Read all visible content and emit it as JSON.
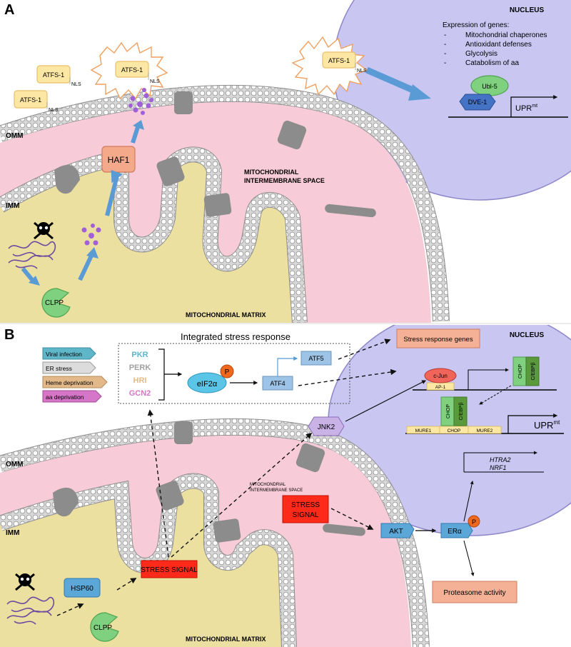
{
  "panel_a": {
    "letter": "A",
    "nucleus_label": "NUCLEUS",
    "genes_title": "Expression of genes:",
    "genes": [
      "Mitochondrial chaperones",
      "Antioxidant defenses",
      "Glycolysis",
      "Catabolism of aa"
    ],
    "atfs1": "ATFS-1",
    "nls": "NLS",
    "ubl5": "Ubl-5",
    "dve1": "DVE-1",
    "uprmt": "UPR",
    "uprmt_sup": "mt",
    "haf1": "HAF1",
    "clpp": "CLPP",
    "omm": "OMM",
    "imm": "IMM",
    "ims_line1": "MITOCHONDRIAL",
    "ims_line2": "INTERMEMBRANE SPACE",
    "matrix": "MITOCHONDRIAL MATRIX"
  },
  "panel_b": {
    "letter": "B",
    "nucleus_label": "NUCLEUS",
    "isr_title": "Integrated stress response",
    "stimuli": [
      "Viral infection",
      "ER stress",
      "Heme deprivation",
      "aa deprivation"
    ],
    "kinases": [
      "PKR",
      "PERK",
      "HRI",
      "GCN2"
    ],
    "eif2a": "eIF2α",
    "p": "P",
    "atf4": "ATF4",
    "atf5": "ATF5",
    "stress_genes": "Stress response genes",
    "cjun": "c-Jun",
    "ap1": "AP-1",
    "chop": "CHOP",
    "cebpb": "C/EBPβ",
    "mure1": "MURE1",
    "mure2": "MURE2",
    "uprmt": "UPR",
    "uprmt_sup": "mt",
    "htra2": "HTRA2",
    "nrf1": "NRF1",
    "jnk2": "JNK2",
    "akt": "AKT",
    "era": "ERα",
    "proteasome": "Proteasome activity",
    "stress_signal": "STRESS SIGNAL",
    "stress_signal_line1": "STRESS",
    "stress_signal_line2": "SIGNAL",
    "hsp60": "HSP60",
    "clpp": "CLPP",
    "omm": "OMM",
    "imm": "IMM",
    "ims_line1": "MITOCHONDRIAL",
    "ims_line2": "INTERMEMBRANE SPACE",
    "matrix": "MITOCHONDRIAL MATRIX"
  },
  "colors": {
    "nucleus": "#c9c6f2",
    "ims": "#f8cbd8",
    "matrix": "#ece0a0",
    "membrane": "#bdbdbd",
    "arrow_blue": "#5b9bd5",
    "stress_red": "#ff2a1a",
    "haf1": "#f4a98a",
    "atf_yellow": "#fde7a5",
    "green": "#7fd07f",
    "dve_blue": "#4472c4",
    "jnk_purple": "#c9b2e6",
    "akt_blue": "#5ba7d8",
    "pkr": "#5fb6c8",
    "perk": "#a0a0a0",
    "hri": "#e3b98a",
    "gcn2": "#d676c8"
  }
}
